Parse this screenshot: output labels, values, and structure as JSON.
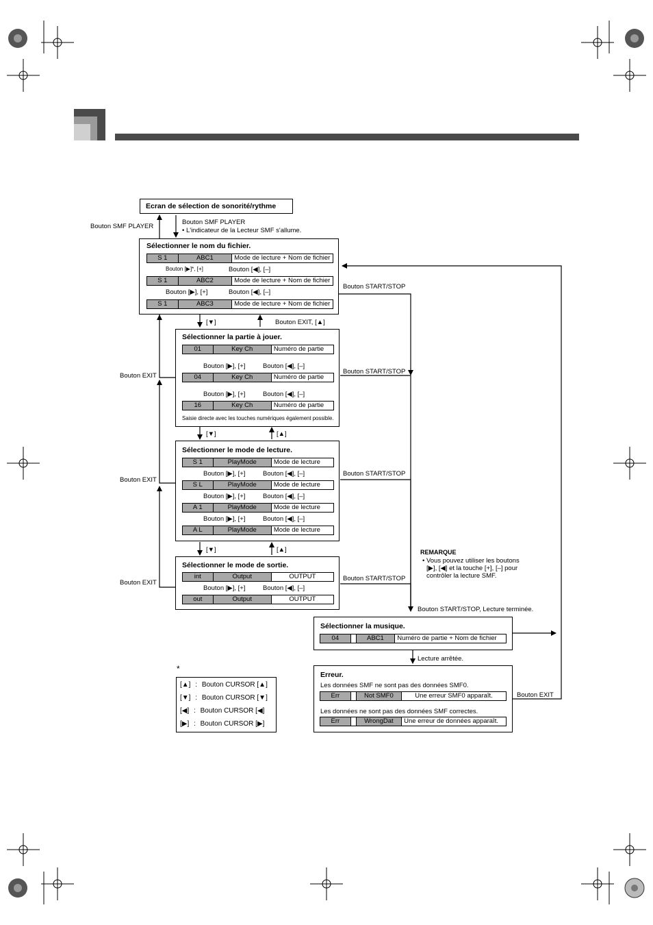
{
  "top_box": "Ecran de sélection de sonorité/rythme",
  "smf_left": "Bouton SMF PLAYER",
  "smf_right": "Bouton SMF PLAYER",
  "smf_note": "• L'indicateur de la Lecteur SMF s'allume.",
  "file": {
    "title": "Sélectionner le nom du fichier.",
    "rows": [
      {
        "a": "S 1",
        "b": "ABC1",
        "c": "Mode de lecture + Nom de fichier"
      },
      {
        "a": "S 1",
        "b": "ABC2",
        "c": "Mode de lecture + Nom de fichier"
      },
      {
        "a": "S 1",
        "b": "ABC3",
        "c": "Mode de lecture + Nom de fichier"
      }
    ],
    "down1": "Bouton [▶]*, [+]",
    "up1": "Bouton [◀], [–]",
    "down2": "Bouton [▶], [+]",
    "up2": "Bouton [◀], [–]"
  },
  "part": {
    "title": "Sélectionner la partie à jouer.",
    "rows": [
      {
        "a": "01",
        "b": "Key  Ch",
        "c": "Numéro de partie"
      },
      {
        "a": "04",
        "b": "Key  Ch",
        "c": "Numéro de partie"
      },
      {
        "a": "16",
        "b": "Key  Ch",
        "c": "Numéro de partie"
      }
    ],
    "down": "Bouton [▶], [+]",
    "up": "Bouton [◀], [–]",
    "note": "Saisie directe avec les touches numériques également possible."
  },
  "mode": {
    "title": "Sélectionner le mode de lecture.",
    "rows": [
      {
        "a": "S 1",
        "b": "PlayMode",
        "c": "Mode de lecture"
      },
      {
        "a": "S L",
        "b": "PlayMode",
        "c": "Mode de lecture"
      },
      {
        "a": "A 1",
        "b": "PlayMode",
        "c": "Mode de lecture"
      },
      {
        "a": "A L",
        "b": "PlayMode",
        "c": "Mode de lecture"
      }
    ],
    "down": "Bouton [▶], [+]",
    "up": "Bouton [◀], [–]"
  },
  "output": {
    "title": "Sélectionner le mode de sortie.",
    "rows": [
      {
        "a": "int",
        "b": "Output",
        "c": "OUTPUT"
      },
      {
        "a": "out",
        "b": "Output",
        "c": "OUTPUT"
      }
    ],
    "down": "Bouton [▶], [+]",
    "up": "Bouton [◀], [–]"
  },
  "nav": {
    "down1": "[▼]",
    "up1": "Bouton EXIT, [▲]",
    "down2": "[▼]",
    "up2": "[▲]",
    "down3": "[▼]",
    "up3": "[▲]"
  },
  "exit_labels": [
    "Bouton EXIT",
    "Bouton EXIT",
    "Bouton EXIT"
  ],
  "start_stop": [
    "Bouton START/STOP",
    "Bouton START/STOP",
    "Bouton START/STOP",
    "Bouton START/STOP"
  ],
  "remarque": {
    "title": "REMARQUE",
    "lines": [
      "• Vous pouvez utiliser les boutons",
      "[▶], [◀] et la touche [+], [–] pour",
      "contrôler la lecture SMF."
    ]
  },
  "music": {
    "arrow_label": "Bouton START/STOP, Lecture terminée.",
    "title": "Sélectionner la musique.",
    "row": {
      "a": "04",
      "b": "ABC1",
      "c": "Numéro de partie + Nom de fichier"
    },
    "stopped": "Lecture arrêtée."
  },
  "error": {
    "title": "Erreur.",
    "line1": "Les données SMF ne sont pas des données SMF0.",
    "row1": {
      "a": "Err",
      "b": "Not  SMF0",
      "c": "Une erreur SMF0 apparaît."
    },
    "line2": "Les données ne sont pas des données SMF correctes.",
    "row2": {
      "a": "Err",
      "b": "WrongDat",
      "c": "Une erreur de données apparaît."
    },
    "exit": "Bouton EXIT"
  },
  "legend": {
    "star": "*",
    "items": [
      {
        "key": "[▲]",
        "sep": ":",
        "val": "Bouton CURSOR [▲]"
      },
      {
        "key": "[▼]",
        "sep": ":",
        "val": "Bouton CURSOR [▼]"
      },
      {
        "key": "[◀]",
        "sep": ":",
        "val": "Bouton CURSOR [◀]"
      },
      {
        "key": "[▶]",
        "sep": ":",
        "val": "Bouton CURSOR [▶]"
      }
    ]
  },
  "colors": {
    "gray_cell": "#a8a8a8",
    "header_bar": "#4a4a4a"
  }
}
